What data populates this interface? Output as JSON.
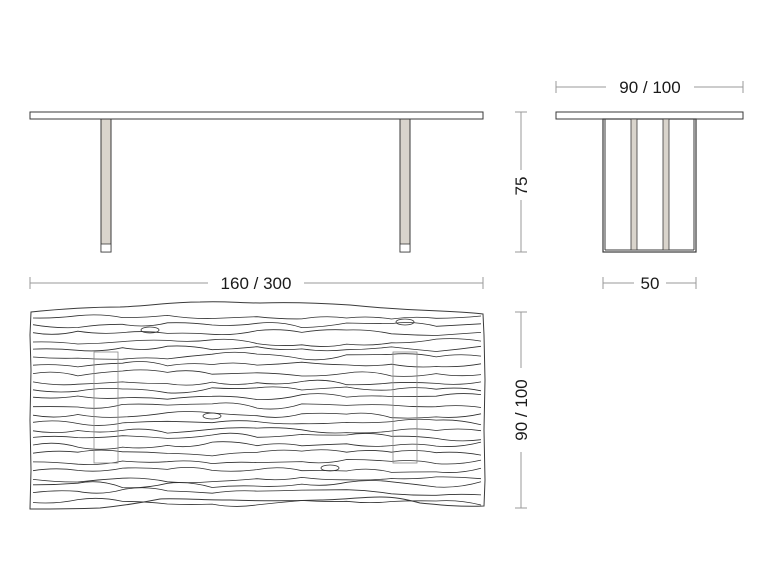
{
  "dimensions": {
    "length": "160 / 300",
    "height": "75",
    "top_width": "90 / 100",
    "base_width": "50",
    "plan_depth": "90 / 100"
  },
  "colors": {
    "line": "#3a3a3a",
    "dimension_line": "#9a9a9a",
    "text": "#1a1a1a",
    "leg_fill": "#d9d4cc"
  }
}
